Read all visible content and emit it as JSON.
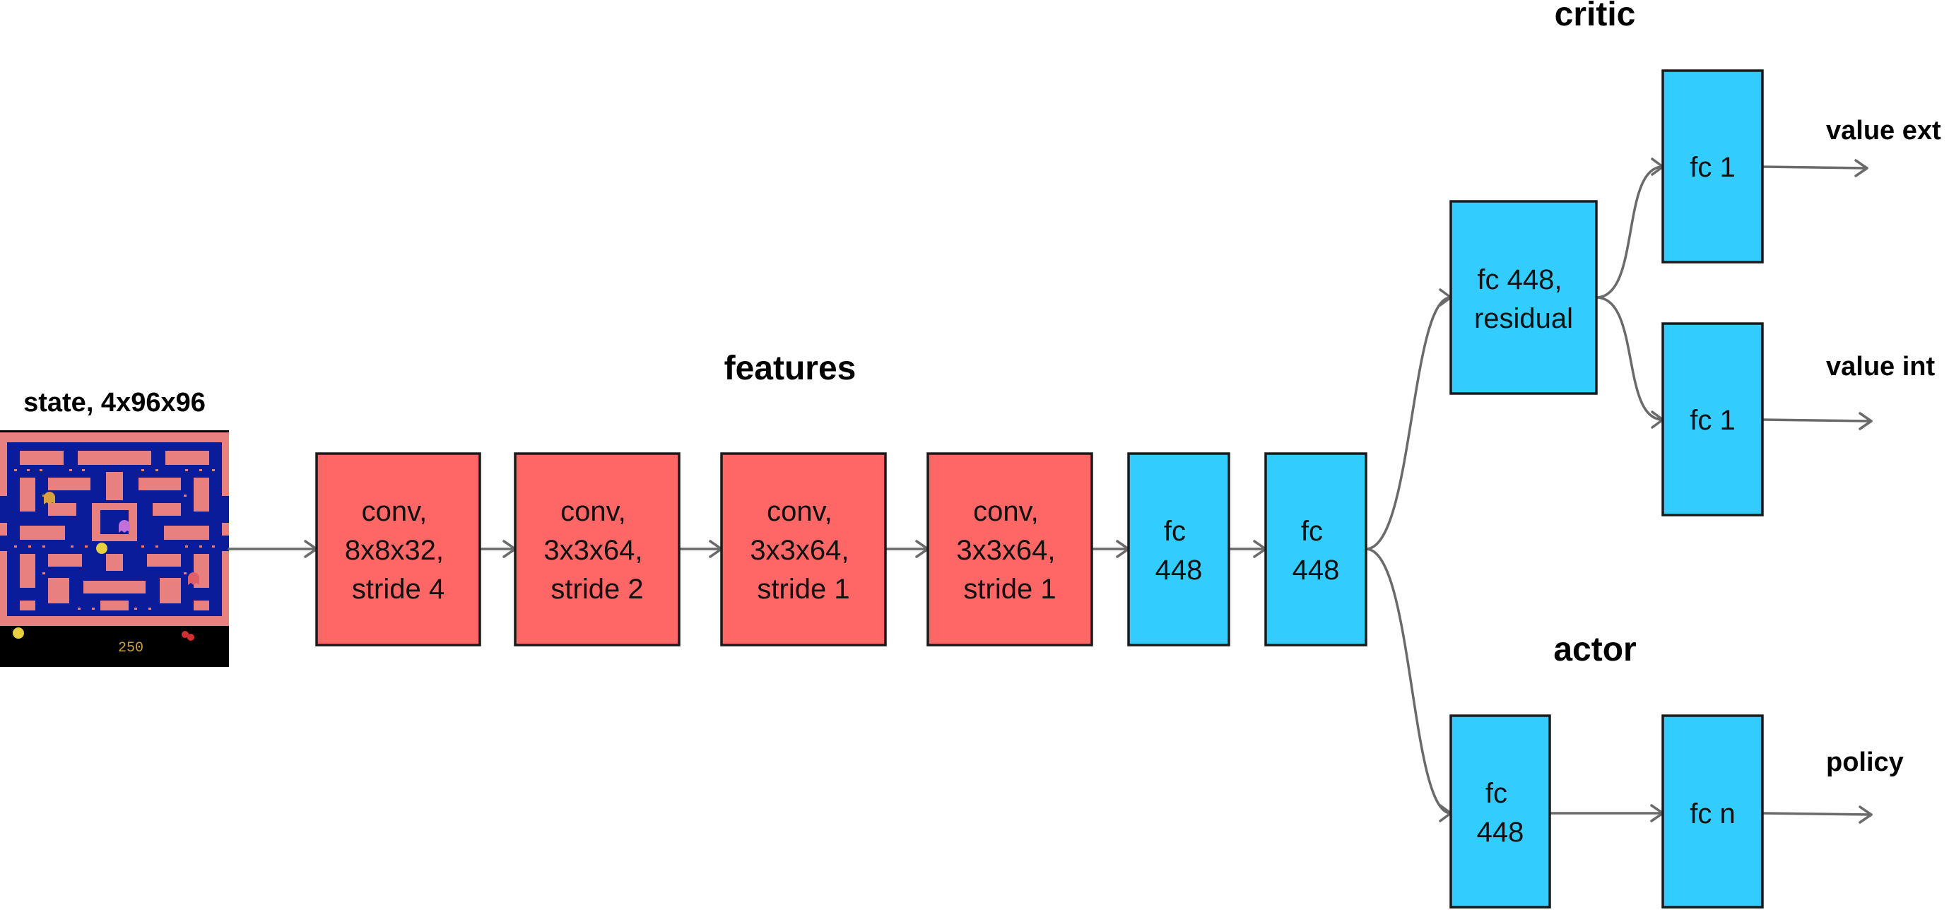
{
  "colors": {
    "conv_fill": "#ff6666",
    "fc_fill": "#33ccff",
    "edge": "#6a6a6a"
  },
  "titles": {
    "features": "features",
    "critic": "critic",
    "actor": "actor"
  },
  "state": {
    "label": "state, 4x96x96",
    "score": "250"
  },
  "nodes": {
    "conv1": [
      "conv,",
      "8x8x32,",
      "stride 4"
    ],
    "conv2": [
      "conv,",
      "3x3x64,",
      "stride 2"
    ],
    "conv3": [
      "conv,",
      "3x3x64,",
      "stride 1"
    ],
    "conv4": [
      "conv,",
      "3x3x64,",
      "stride 1"
    ],
    "fc1": [
      "fc",
      "448"
    ],
    "fc2": [
      "fc",
      "448"
    ],
    "critic_fc": [
      "fc 448,",
      "residual"
    ],
    "value_ext_fc": [
      "fc 1"
    ],
    "value_int_fc": [
      "fc 1"
    ],
    "actor_fc": [
      "fc",
      "448"
    ],
    "policy_fc": [
      "fc n"
    ]
  },
  "outputs": {
    "value_ext": "value ext",
    "value_int": "value int",
    "policy": "policy"
  }
}
